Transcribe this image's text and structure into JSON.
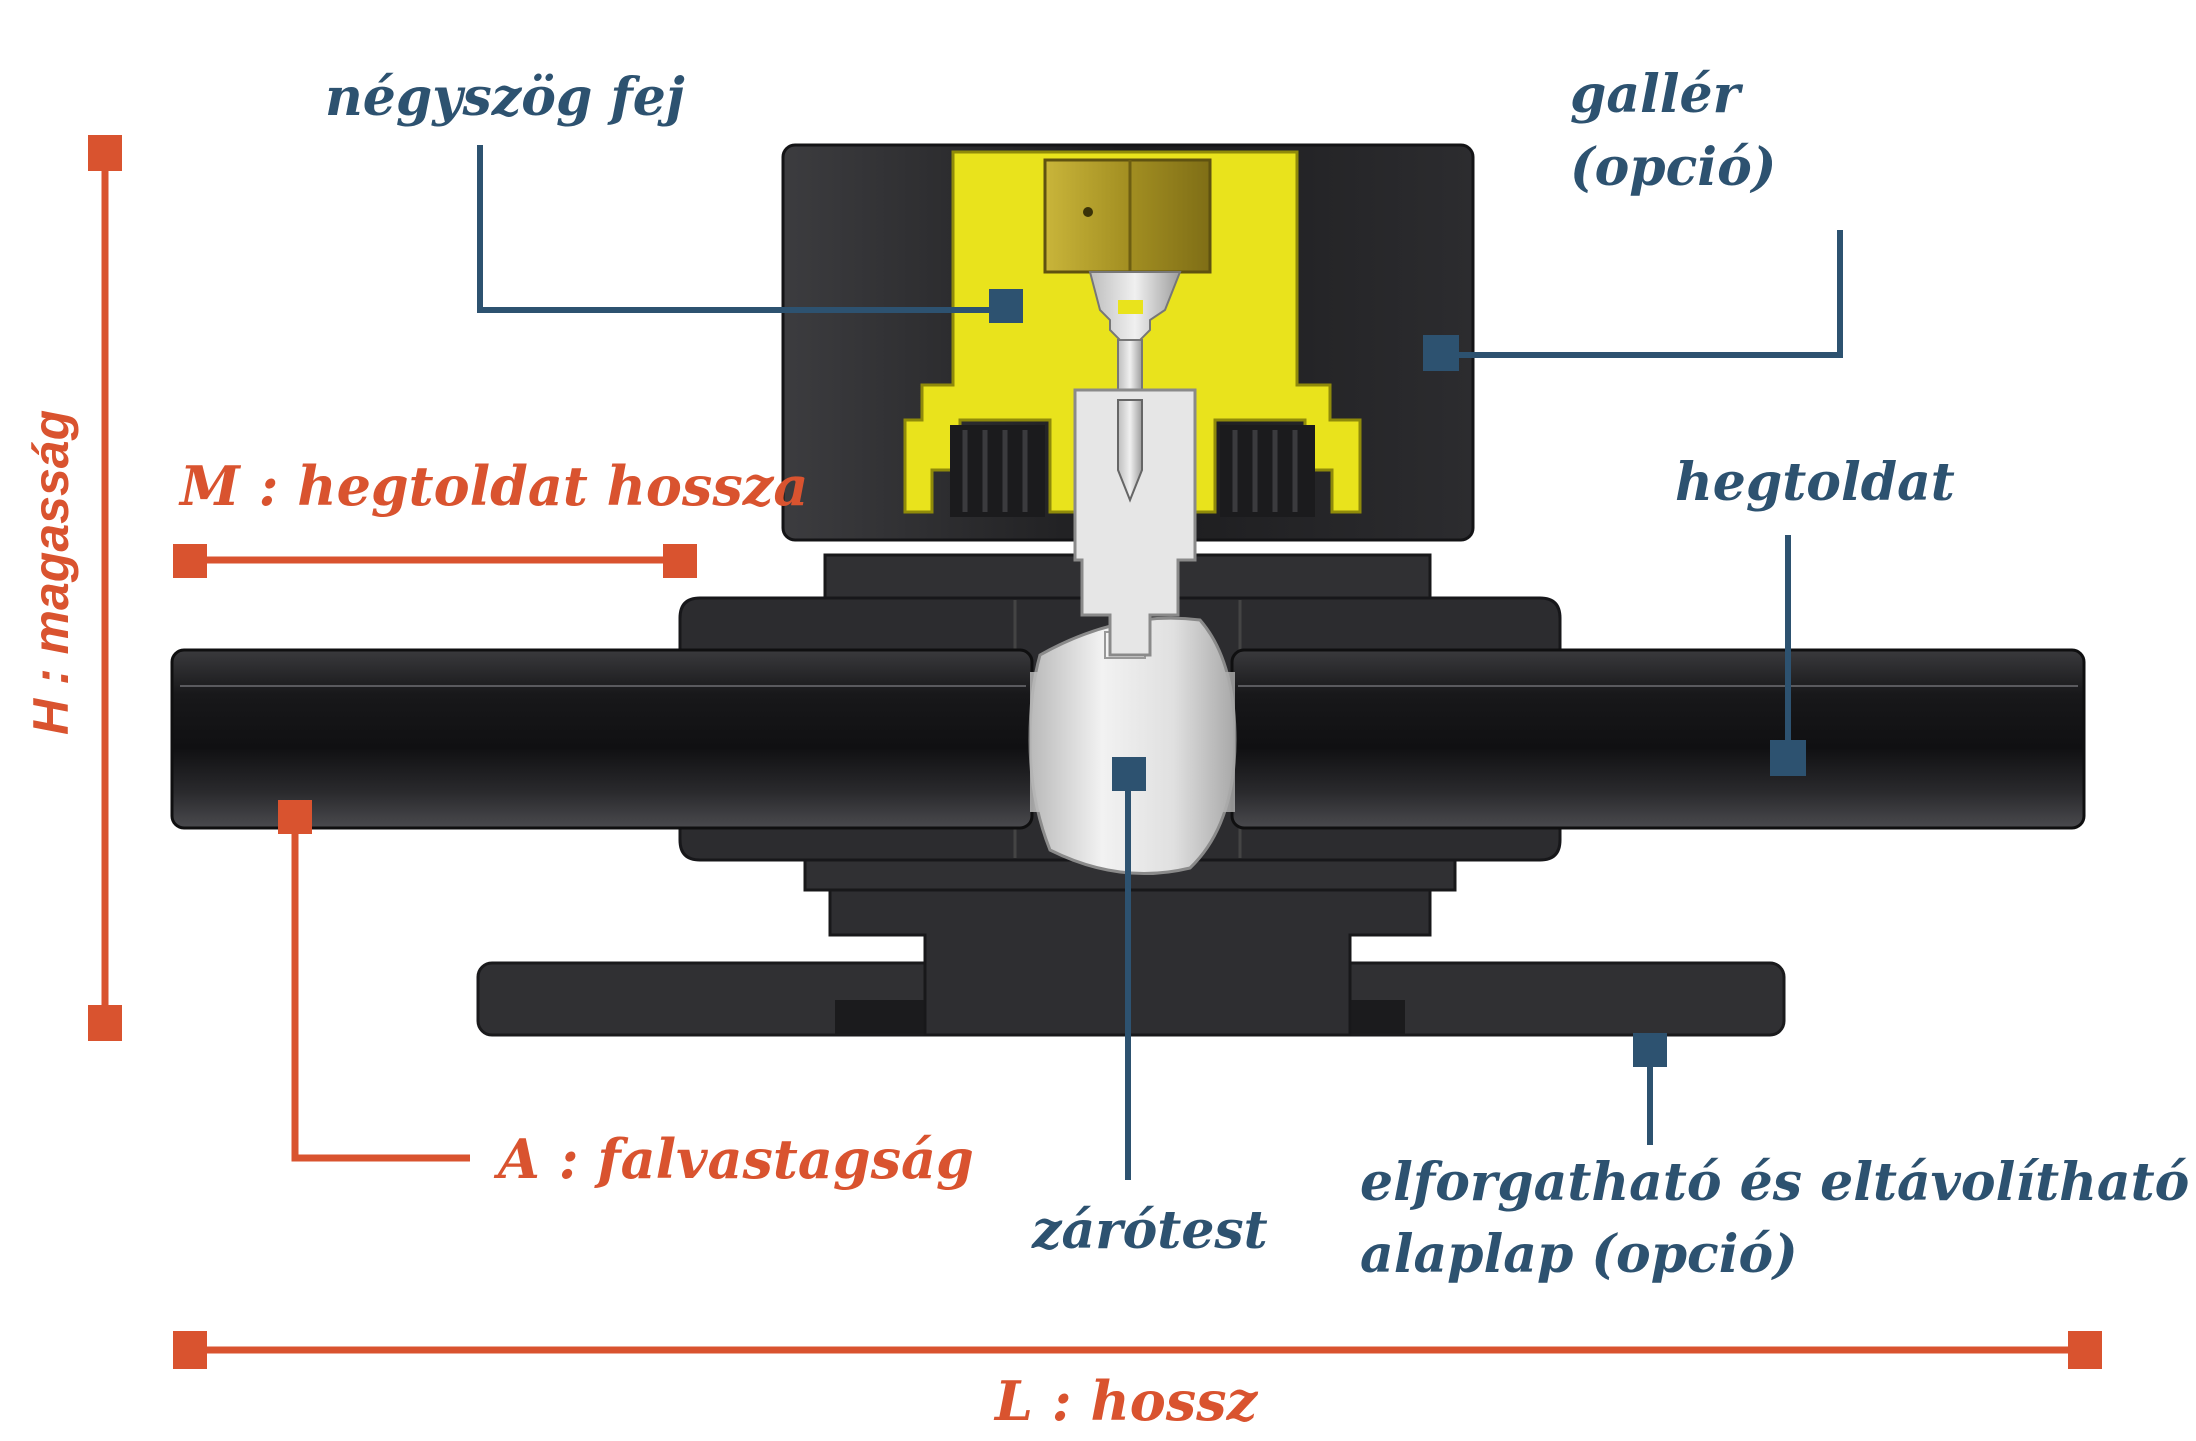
{
  "labels": {
    "square_head": "négyszög fej",
    "collar_line1": "gallér",
    "collar_line2": "(opció)",
    "weld_extension": "hegtoldat",
    "closing_body": "zárótest",
    "base_plate_line1": "elforgatható és eltávolítható",
    "base_plate_line2": "alaplap (opció)",
    "extension_length": "M : hegtoldat hossza",
    "wall_thickness": "A : falvastagság",
    "height": "H : magasság",
    "length": "L : hossz"
  },
  "colors": {
    "label_blue": "#2d5270",
    "dimension_red": "#d9532f",
    "body_dark": "#2f2f31",
    "pipe_black": "#1e1e20",
    "head_yellow": "#e9e31c",
    "ball_light": "#e4e4e4"
  }
}
